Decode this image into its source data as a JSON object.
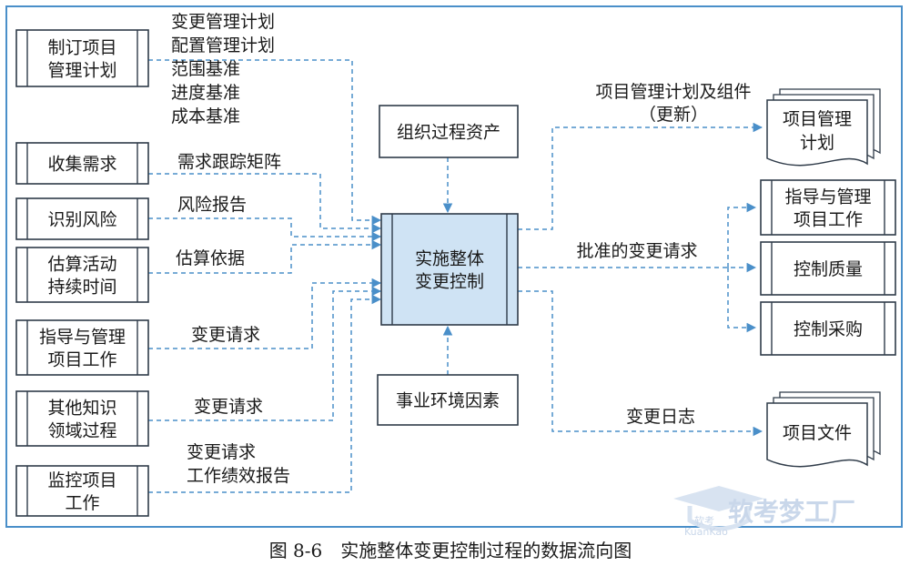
{
  "inputs": [
    {
      "lines": [
        "制订项目",
        "管理计划"
      ],
      "flow": [
        "变更管理计划",
        "配置管理计划",
        "范围基准",
        "进度基准",
        "成本基准"
      ]
    },
    {
      "lines": [
        "收集需求"
      ],
      "flow": [
        "需求跟踪矩阵"
      ]
    },
    {
      "lines": [
        "识别风险"
      ],
      "flow": [
        "风险报告"
      ]
    },
    {
      "lines": [
        "估算活动",
        "持续时间"
      ],
      "flow": [
        "估算依据"
      ]
    },
    {
      "lines": [
        "指导与管理",
        "项目工作"
      ],
      "flow": [
        "变更请求"
      ]
    },
    {
      "lines": [
        "其他知识",
        "领域过程"
      ],
      "flow": [
        "变更请求"
      ]
    },
    {
      "lines": [
        "监控项目",
        "工作"
      ],
      "flow": [
        "变更请求",
        "工作绩效报告"
      ]
    }
  ],
  "center": {
    "lines": [
      "实施整体",
      "变更控制"
    ]
  },
  "top_input": {
    "label": "组织过程资产"
  },
  "bottom_input": {
    "label": "事业环境因素"
  },
  "outputs": {
    "plan_doc": {
      "lines": [
        "项目管理",
        "计划"
      ],
      "flow": [
        "项目管理计划及组件",
        "（更新）"
      ]
    },
    "approved_label": "批准的变更请求",
    "process_boxes": [
      {
        "lines": [
          "指导与管理",
          "项目工作"
        ]
      },
      {
        "lines": [
          "控制质量"
        ]
      },
      {
        "lines": [
          "控制采购"
        ]
      }
    ],
    "log_doc": {
      "lines": [
        "项目文件"
      ],
      "flow": [
        "变更日志"
      ]
    }
  },
  "caption": "图 8-6　实施整体变更控制过程的数据流向图",
  "watermark": {
    "text": "软考梦工厂",
    "small": "软考",
    "sub": "KuanKao"
  },
  "colors": {
    "border": "#4a8fc9",
    "dashed": "#4a8fc9",
    "center_fill": "#cfe3f4",
    "box_border": "#2f3b49"
  }
}
